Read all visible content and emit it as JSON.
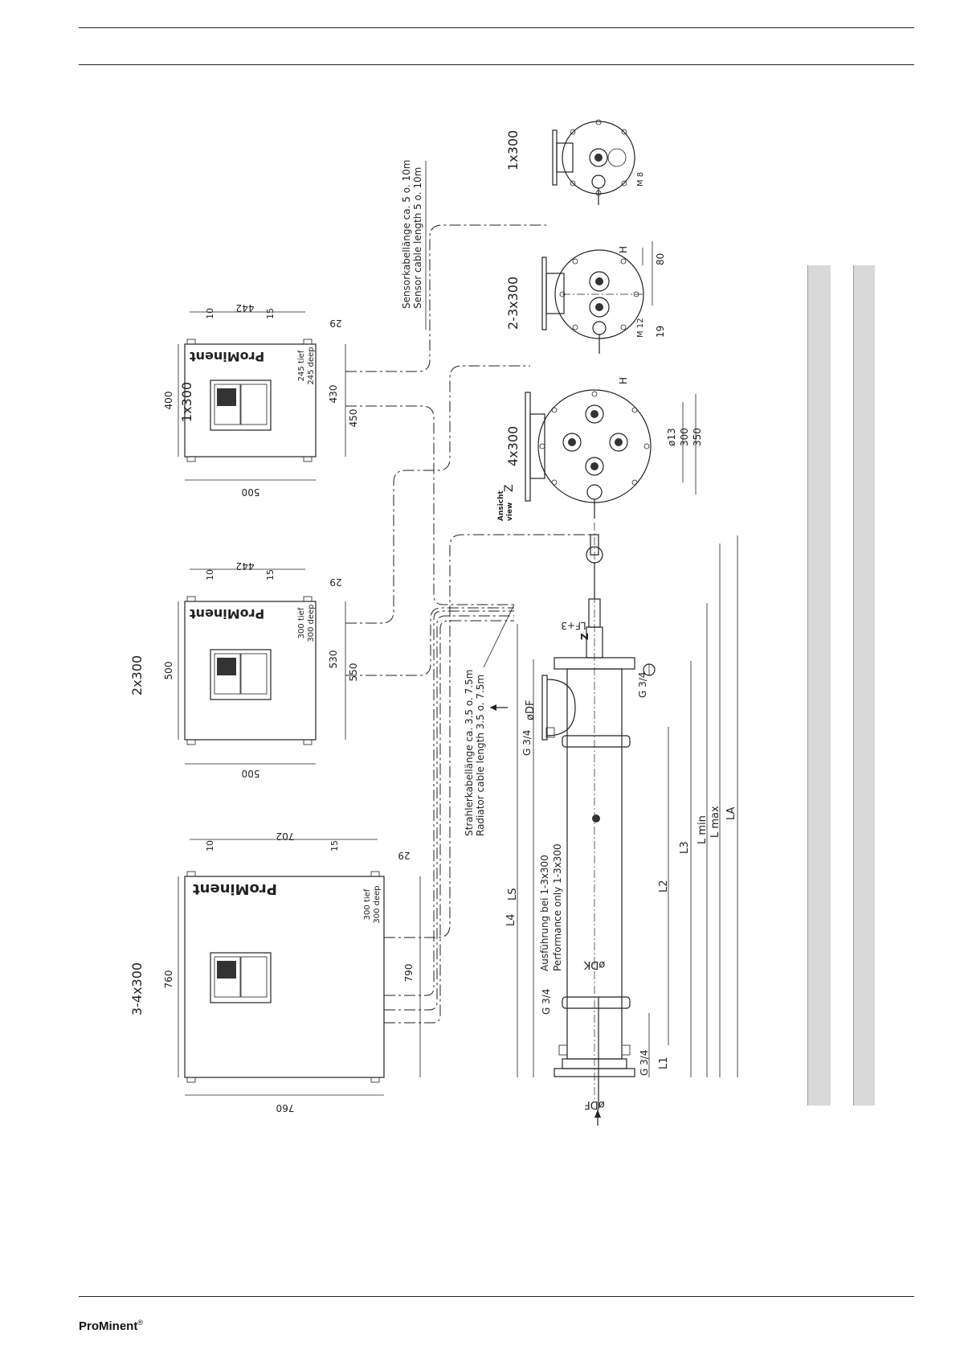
{
  "brand": {
    "name": "ProMinent",
    "mark": "®"
  },
  "cabinets": [
    {
      "id": "1x300",
      "title": "1x300",
      "height": "400",
      "width": "500",
      "dim_430": "430",
      "dim_450": "450",
      "top_442": "442",
      "top_10": "10",
      "top_15": "15",
      "top_29": "29",
      "depth_de": "245 tief",
      "depth_en": "245 deep"
    },
    {
      "id": "2x300",
      "title": "2x300",
      "height": "500",
      "width": "500",
      "dim_530": "530",
      "dim_550": "550",
      "top_442": "442",
      "top_10": "10",
      "top_15": "15",
      "top_29": "29",
      "depth_de": "300 tief",
      "depth_en": "300 deep"
    },
    {
      "id": "3-4x300",
      "title": "3-4x300",
      "height": "760",
      "width": "760",
      "dim_790": "790",
      "top_702": "702",
      "top_10": "10",
      "top_15": "15",
      "top_29": "29",
      "depth_de": "300 tief",
      "depth_en": "300 deep"
    }
  ],
  "cables": {
    "sensor_de": "Sensorkabellänge ca. 5 o. 10m",
    "sensor_en": "Sensor cable length 5 o. 10m",
    "radiator_de": "Strahlerkabellänge ca. 3.5 o. 7.5m",
    "radiator_en": "Radiator cable length 3.5 o. 7.5m"
  },
  "flange_views": [
    {
      "title": "1x300",
      "m": "M 8"
    },
    {
      "title": "2-3x300",
      "m": "M 12",
      "d19": "19",
      "d80": "80",
      "h": "H"
    },
    {
      "title": "4x300",
      "d13": "ø13",
      "d300": "300",
      "d350": "350",
      "h": "H"
    }
  ],
  "view": {
    "z": "Z",
    "de": "Ansicht",
    "en": "view"
  },
  "reactor": {
    "df_top": "øDF",
    "df_bottom": "øDF",
    "dk": "øDK",
    "g34": "G 3/4",
    "lf": "LF+3",
    "z": "Z",
    "L1": "L1",
    "L2": "L2",
    "L3": "L3",
    "L4": "L4",
    "LS": "LS",
    "Lmin": "L min",
    "Lmax": "L max",
    "LA": "LA",
    "note_de": "Ausführung bei 1-3x300",
    "note_en": "Performance only 1-3x300"
  }
}
